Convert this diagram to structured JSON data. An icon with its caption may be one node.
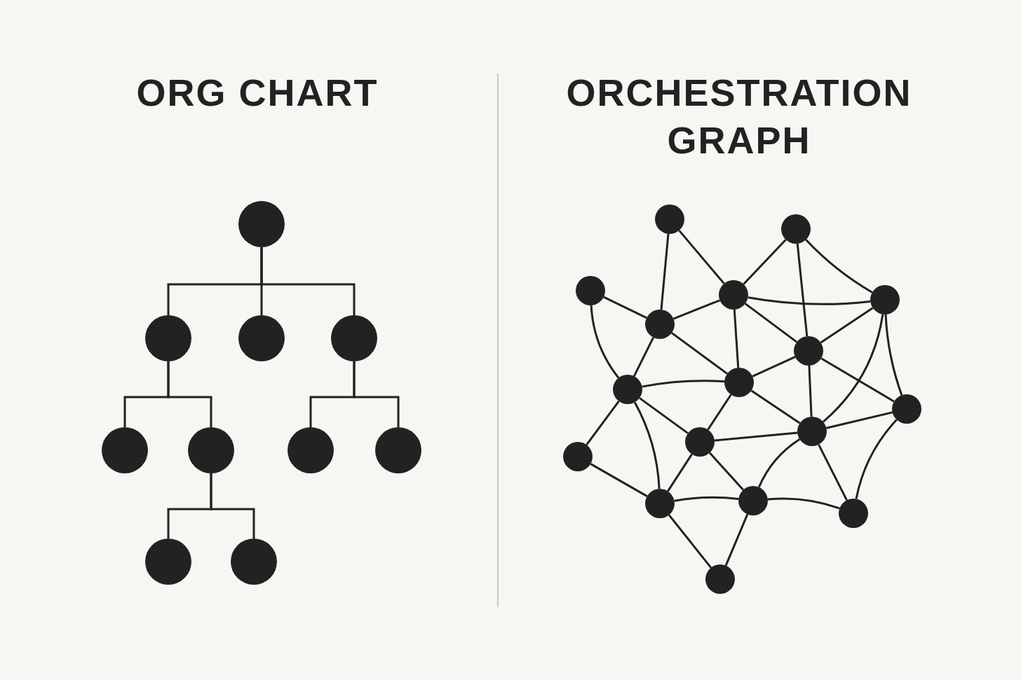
{
  "diagram": {
    "nodes": [
      {
        "text": [],
        "shape": "circle"
      },
      {
        "text": [],
        "shape": "circle"
      },
      {
        "text": [],
        "shape": "circle"
      },
      {
        "text": [],
        "shape": "circle"
      },
      {
        "text": [],
        "shape": "circle"
      },
      {
        "text": [],
        "shape": "circle"
      },
      {
        "text": [],
        "shape": "circle"
      },
      {
        "text": [],
        "shape": "circle"
      },
      {
        "text": [],
        "shape": "circle"
      },
      {
        "text": [],
        "shape": "circle"
      },
      {
        "text": [],
        "shape": "circle"
      },
      {
        "text": [],
        "shape": "circle"
      },
      {
        "text": [],
        "shape": "circle"
      },
      {
        "text": [],
        "shape": "circle"
      },
      {
        "text": [],
        "shape": "circle"
      },
      {
        "text": [],
        "shape": "circle"
      },
      {
        "text": [],
        "shape": "circle"
      },
      {
        "text": [],
        "shape": "circle"
      },
      {
        "text": [],
        "shape": "circle"
      },
      {
        "text": [],
        "shape": "circle"
      },
      {
        "text": [],
        "shape": "circle"
      },
      {
        "text": [],
        "shape": "circle"
      },
      {
        "text": [],
        "shape": "circle"
      },
      {
        "text": [],
        "shape": "circle"
      },
      {
        "text": [],
        "shape": "circle"
      },
      {
        "text": [],
        "shape": "circle"
      },
      {
        "text": [],
        "shape": "circle"
      }
    ],
    "edges": [
      {
        "from": 0,
        "to": 1,
        "arrow": "none"
      },
      {
        "from": 0,
        "to": 2,
        "arrow": "none"
      },
      {
        "from": 0,
        "to": 3,
        "arrow": "none"
      },
      {
        "from": 1,
        "to": 4,
        "arrow": "none"
      },
      {
        "from": 1,
        "to": 5,
        "arrow": "none"
      },
      {
        "from": 3,
        "to": 6,
        "arrow": "none"
      },
      {
        "from": 3,
        "to": 7,
        "arrow": "none"
      },
      {
        "from": 5,
        "to": 8,
        "arrow": "none"
      },
      {
        "from": 5,
        "to": 9,
        "arrow": "none"
      },
      {
        "from": 10,
        "to": 15,
        "arrow": "none"
      },
      {
        "from": 10,
        "to": 13,
        "arrow": "none"
      },
      {
        "from": 11,
        "to": 13,
        "arrow": "none"
      },
      {
        "from": 11,
        "to": 16,
        "arrow": "none"
      },
      {
        "from": 11,
        "to": 14,
        "arrow": "none"
      },
      {
        "from": 12,
        "to": 15,
        "arrow": "none"
      },
      {
        "from": 12,
        "to": 17,
        "arrow": "none"
      },
      {
        "from": 15,
        "to": 13,
        "arrow": "none"
      },
      {
        "from": 15,
        "to": 17,
        "arrow": "none"
      },
      {
        "from": 15,
        "to": 18,
        "arrow": "none"
      },
      {
        "from": 13,
        "to": 14,
        "arrow": "none"
      },
      {
        "from": 13,
        "to": 18,
        "arrow": "none"
      },
      {
        "from": 13,
        "to": 16,
        "arrow": "none"
      },
      {
        "from": 14,
        "to": 16,
        "arrow": "none"
      },
      {
        "from": 14,
        "to": 19,
        "arrow": "none"
      },
      {
        "from": 14,
        "to": 22,
        "arrow": "none"
      },
      {
        "from": 16,
        "to": 18,
        "arrow": "none"
      },
      {
        "from": 16,
        "to": 19,
        "arrow": "none"
      },
      {
        "from": 16,
        "to": 22,
        "arrow": "none"
      },
      {
        "from": 17,
        "to": 18,
        "arrow": "none"
      },
      {
        "from": 17,
        "to": 20,
        "arrow": "none"
      },
      {
        "from": 17,
        "to": 21,
        "arrow": "none"
      },
      {
        "from": 17,
        "to": 23,
        "arrow": "none"
      },
      {
        "from": 18,
        "to": 21,
        "arrow": "none"
      },
      {
        "from": 18,
        "to": 22,
        "arrow": "none"
      },
      {
        "from": 21,
        "to": 22,
        "arrow": "none"
      },
      {
        "from": 21,
        "to": 23,
        "arrow": "none"
      },
      {
        "from": 21,
        "to": 24,
        "arrow": "none"
      },
      {
        "from": 22,
        "to": 24,
        "arrow": "none"
      },
      {
        "from": 22,
        "to": 25,
        "arrow": "none"
      },
      {
        "from": 22,
        "to": 19,
        "arrow": "none"
      },
      {
        "from": 19,
        "to": 25,
        "arrow": "none"
      },
      {
        "from": 20,
        "to": 23,
        "arrow": "none"
      },
      {
        "from": 23,
        "to": 24,
        "arrow": "none"
      },
      {
        "from": 24,
        "to": 25,
        "arrow": "none"
      },
      {
        "from": 23,
        "to": 26,
        "arrow": "none"
      },
      {
        "from": 24,
        "to": 26,
        "arrow": "none"
      }
    ],
    "labels": [
      "ORG CHART",
      "ORCHESTRATION GRAPH"
    ]
  }
}
